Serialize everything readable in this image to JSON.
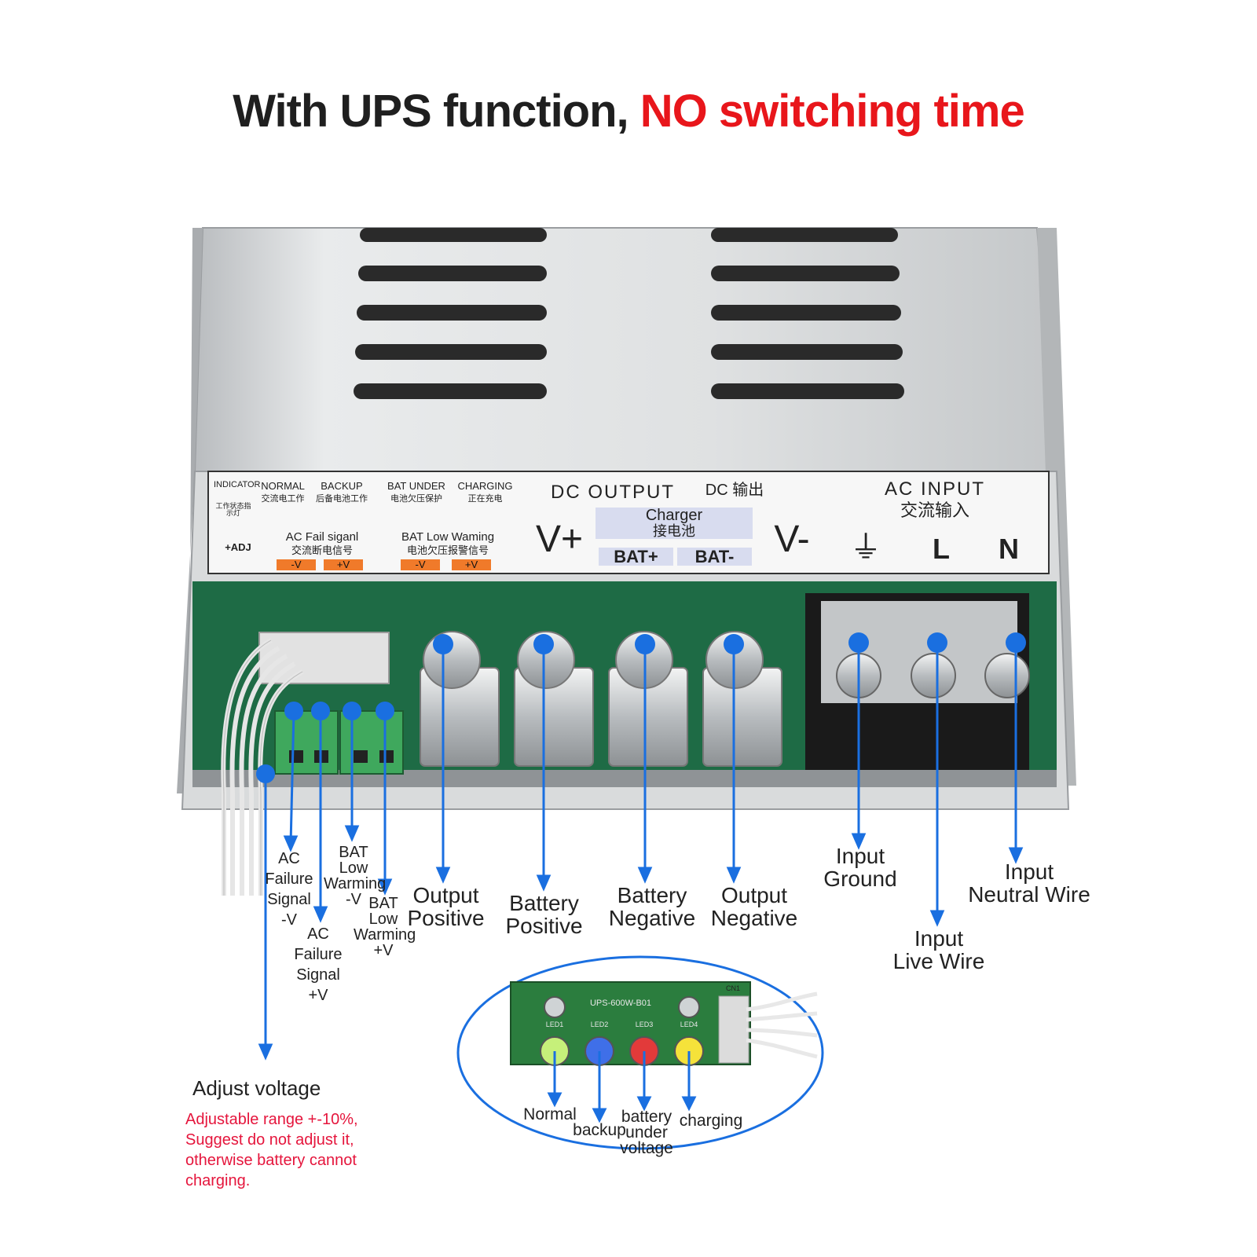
{
  "title": {
    "part1": "With UPS function,",
    "part2": "NO switching time"
  },
  "panel": {
    "indicator": "INDICATOR",
    "indicator_cn": "工作状态指示灯",
    "normal": "NORMAL",
    "normal_cn": "交流电工作",
    "backup": "BACKUP",
    "backup_cn": "后备电池工作",
    "bat_under": "BAT UNDER",
    "bat_under_cn": "电池欠压保护",
    "charging": "CHARGING",
    "charging_cn": "正在充电",
    "adj": "+ADJ",
    "ac_fail": "AC Fail siganl",
    "ac_fail_cn": "交流断电信号",
    "minus_v": "-V",
    "plus_v": "+V",
    "bat_low": "BAT Low Waming",
    "bat_low_cn": "电池欠压报警信号",
    "dc_output": "DC OUTPUT",
    "dc_output_cn": "DC 输出",
    "charger": "Charger",
    "charger_cn": "接电池",
    "v_plus": "V+",
    "v_minus": "V-",
    "bat_plus": "BAT+",
    "bat_minus": "BAT-",
    "ac_input": "AC INPUT",
    "ac_input_cn": "交流输入",
    "ground": "⏚",
    "l": "L",
    "n": "N"
  },
  "labels": {
    "ac_fail_neg": "AC\nFailure\nSignal\n-V",
    "bat_low_neg": "BAT\nLow\nWarming\n-V",
    "ac_fail_pos": "AC\nFailure\nSignal\n+V",
    "bat_low_pos": "BAT\nLow\nWarming\n+V",
    "output_positive": "Output\nPositive",
    "battery_positive": "Battery\nPositive",
    "battery_negative": "Battery\nNegative",
    "output_negative": "Output\nNegative",
    "input_ground": "Input\nGround",
    "input_live": "Input\nLive Wire",
    "input_neutral": "Input\nNeutral Wire"
  },
  "adjust": {
    "title": "Adjust voltage",
    "note": "Adjustable range +-10%,\nSuggest do not adjust it,\notherwise battery cannot\ncharging."
  },
  "led_board": {
    "model": "UPS-600W-B01",
    "led1": "LED1",
    "led2": "LED2",
    "led3": "LED3",
    "led4": "LED4",
    "cn1": "CN1",
    "normal": "Normal",
    "backup": "backup",
    "battery_under": "battery\nunder\nvoltage",
    "charging": "charging"
  },
  "colors": {
    "accent_blue": "#1a6fe0",
    "title_red": "#e8161b",
    "note_red": "#e5153c",
    "pcb_green": "#1e6b45"
  }
}
